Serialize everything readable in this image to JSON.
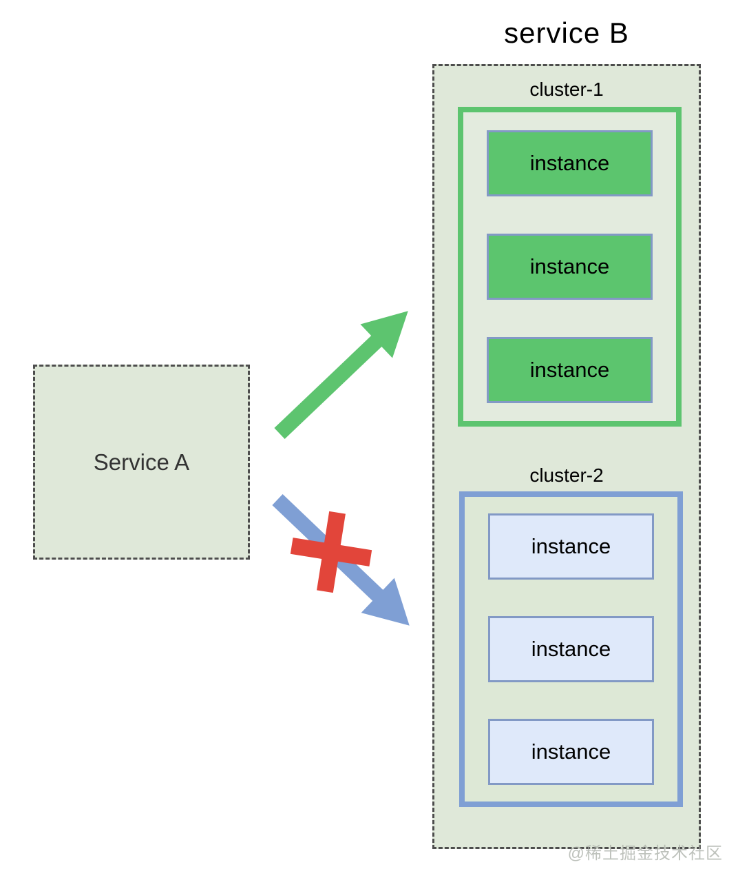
{
  "title": "service B",
  "service_a": {
    "label": "Service A"
  },
  "service_b": {
    "clusters": [
      {
        "label": "cluster-1",
        "instances": [
          "instance",
          "instance",
          "instance"
        ]
      },
      {
        "label": "cluster-2",
        "instances": [
          "instance",
          "instance",
          "instance"
        ]
      }
    ]
  },
  "arrows": [
    {
      "from": "Service A",
      "to": "cluster-1",
      "status": "allowed"
    },
    {
      "from": "Service A",
      "to": "cluster-2",
      "status": "blocked"
    }
  ],
  "watermark": "@稀土掘金技术社区",
  "colors": {
    "green": "#5dc46f",
    "blue": "#7f9fd4",
    "red": "#e2453a",
    "container_bg": "#dfe8d9",
    "cluster1_inner_bg": "#e3ebde",
    "cluster2_inner_bg": "#dde8d6",
    "instance_green_bg": "#5cc56e",
    "instance_blue_bg": "#dfe9fa",
    "instance_border": "#8299c5",
    "dash_border": "#4d4d4d",
    "text_dark": "#333333",
    "watermark_color": "#a9aea6"
  }
}
